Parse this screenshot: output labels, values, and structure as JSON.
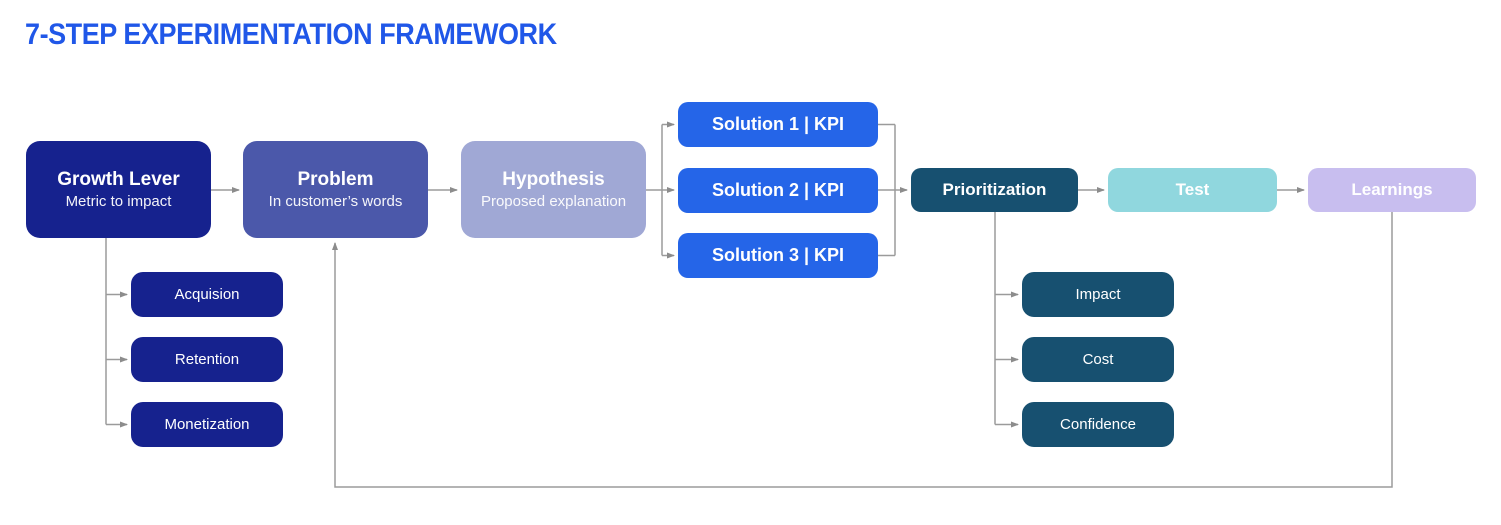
{
  "title": "7-STEP EXPERIMENTATION FRAMEWORK",
  "colors": {
    "title_blue": "#2057E8",
    "navy": "#16228E",
    "indigo": "#4B58AA",
    "periwinkle": "#A0A8D5",
    "solution_blue": "#2565E8",
    "teal_dark": "#175070",
    "teal_light": "#90D7DE",
    "lavender": "#C8BEEF",
    "connector_gray": "#9B9B9B"
  },
  "flow": {
    "growth_lever": {
      "label": "Growth Lever",
      "sublabel": "Metric to impact"
    },
    "problem": {
      "label": "Problem",
      "sublabel": "In customer’s words"
    },
    "hypothesis": {
      "label": "Hypothesis",
      "sublabel": "Proposed explanation"
    },
    "solutions": [
      {
        "label": "Solution 1 | KPI"
      },
      {
        "label": "Solution 2 | KPI"
      },
      {
        "label": "Solution 3 | KPI"
      }
    ],
    "prioritization": {
      "label": "Prioritization"
    },
    "test": {
      "label": "Test"
    },
    "learnings": {
      "label": "Learnings"
    },
    "growth_sub_items": [
      "Acquision",
      "Retention",
      "Monetization"
    ],
    "prioritization_sub_items": [
      "Impact",
      "Cost",
      "Confidence"
    ]
  }
}
